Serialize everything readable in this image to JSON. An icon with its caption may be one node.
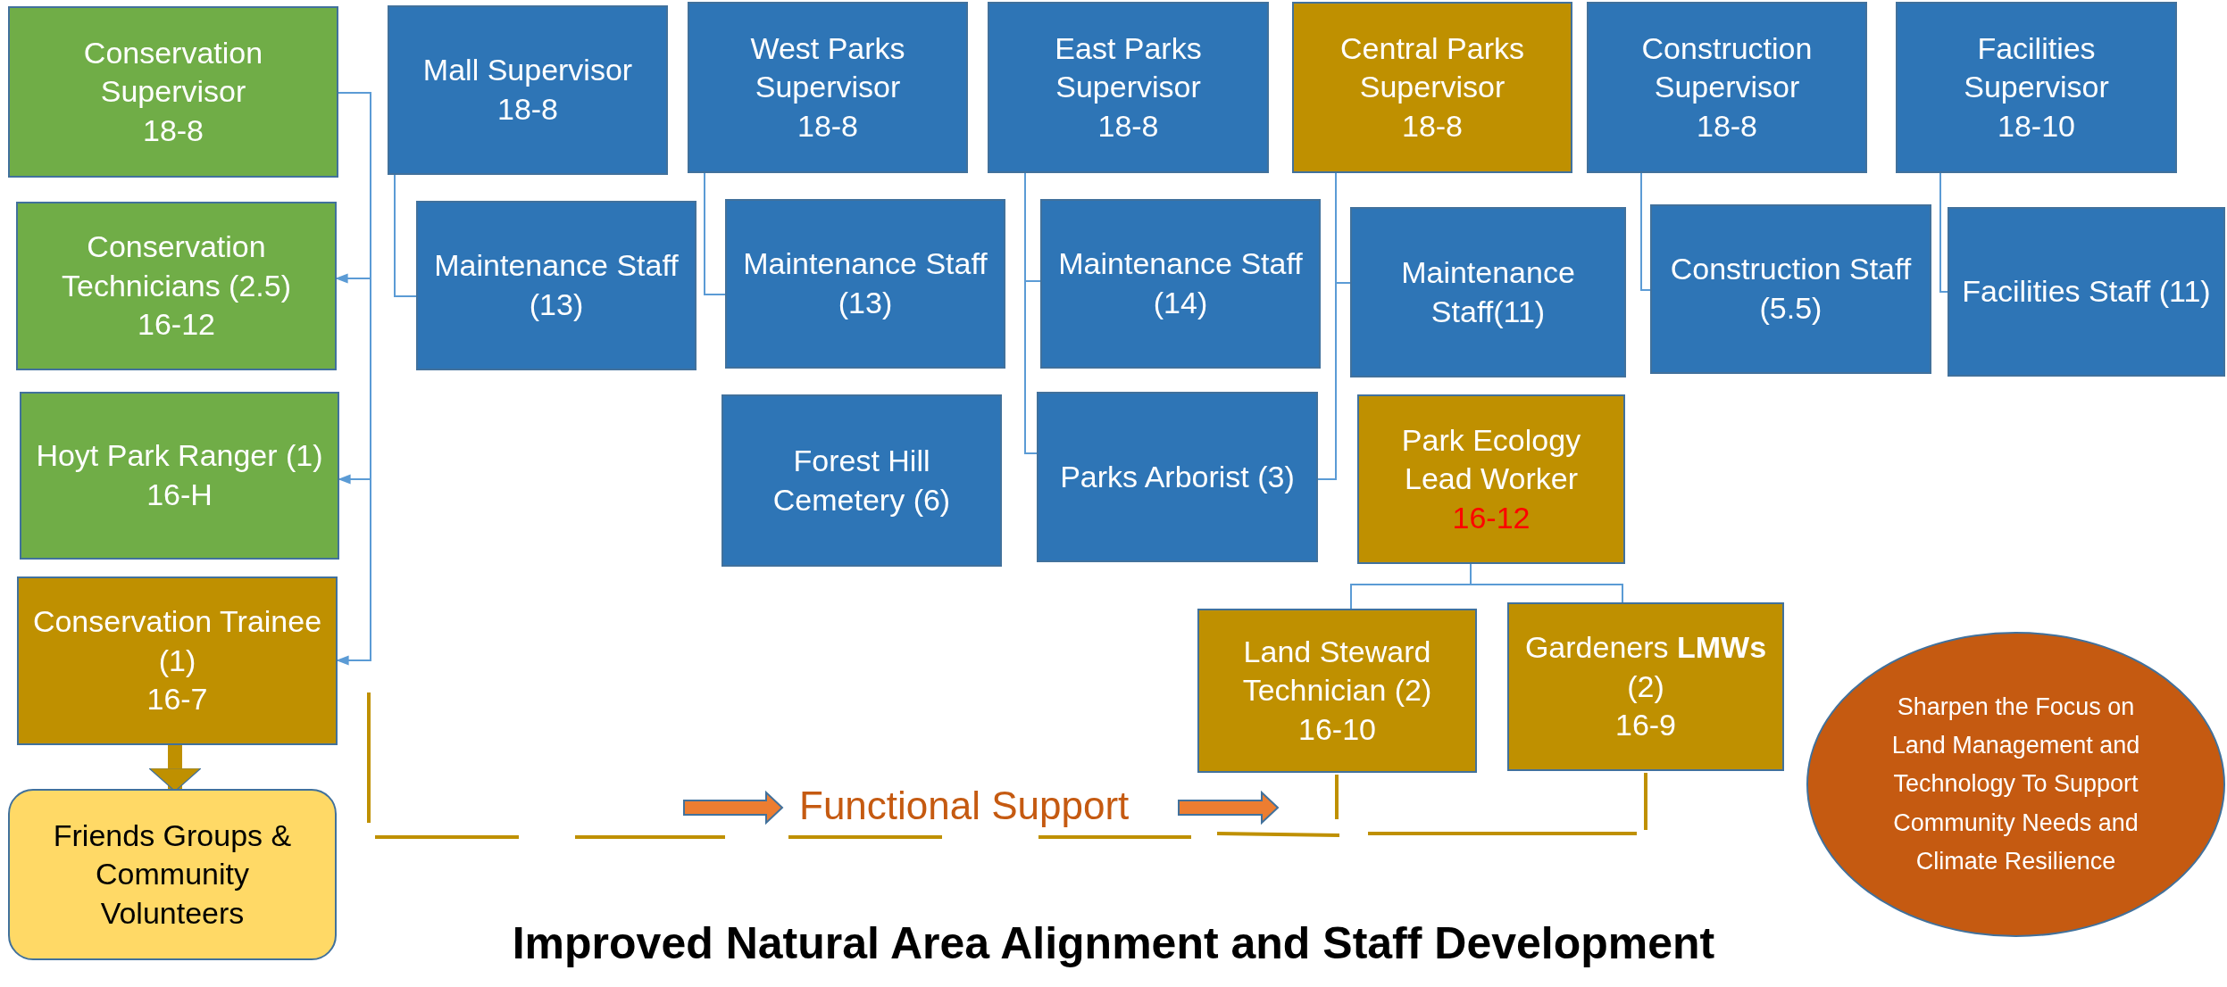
{
  "diagram": {
    "title": "Improved Natural Area Alignment and Staff Development",
    "nodes": [
      {
        "text": [
          "Conservation Supervisor",
          "18-8"
        ]
      },
      {
        "text": [
          "Conservation Technicians (2.5)",
          "16-12"
        ]
      },
      {
        "text": [
          "Hoyt Park Ranger (1)",
          "16-H"
        ]
      },
      {
        "text": [
          "Conservation Trainee (1)",
          "16-7"
        ]
      },
      {
        "text": [
          "Friends Groups & Community Volunteers"
        ]
      },
      {
        "text": [
          "Mall Supervisor",
          "18-8"
        ]
      },
      {
        "text": [
          "West Parks Supervisor",
          "18-8"
        ]
      },
      {
        "text": [
          "East Parks Supervisor",
          "18-8"
        ]
      },
      {
        "text": [
          "Central Parks Supervisor",
          "18-8"
        ]
      },
      {
        "text": [
          "Construction Supervisor",
          "18-8"
        ]
      },
      {
        "text": [
          "Facilities Supervisor",
          "18-10"
        ]
      },
      {
        "text": [
          "Maintenance Staff (13)"
        ]
      },
      {
        "text": [
          "Maintenance Staff (13)"
        ]
      },
      {
        "text": [
          "Maintenance Staff (14)"
        ]
      },
      {
        "text": [
          "Maintenance Staff(11)"
        ]
      },
      {
        "text": [
          "Construction Staff (5.5)"
        ]
      },
      {
        "text": [
          "Facilities Staff (11)"
        ]
      },
      {
        "text": [
          "Forest Hill Cemetery (6)"
        ]
      },
      {
        "text": [
          "Parks Arborist (3)"
        ]
      },
      {
        "text": [
          "Park Ecology Lead Worker",
          "16-12"
        ]
      },
      {
        "text": [
          "Land Steward Technician (2)",
          "16-10"
        ]
      },
      {
        "text": [
          "Gardeners **LMWs** (2)",
          "16-9"
        ]
      },
      {
        "text": [
          "Sharpen the Focus on Land Management and Technology To Support Community Needs and Climate Resilience"
        ]
      }
    ],
    "edges": [
      {
        "from": 0,
        "to": 1,
        "arrow": "to"
      },
      {
        "from": 0,
        "to": 2,
        "arrow": "to"
      },
      {
        "from": 0,
        "to": 3,
        "arrow": "to"
      },
      {
        "from": 3,
        "to": 4,
        "arrow": "to",
        "style": "thick",
        "color": "#bf9000"
      },
      {
        "from": 5,
        "to": 11,
        "arrow": "none"
      },
      {
        "from": 6,
        "to": 12,
        "arrow": "none"
      },
      {
        "from": 7,
        "to": 13,
        "arrow": "none"
      },
      {
        "from": 7,
        "to": 18,
        "arrow": "none"
      },
      {
        "from": 8,
        "to": 14,
        "arrow": "none"
      },
      {
        "from": 8,
        "to": 18,
        "arrow": "none"
      },
      {
        "from": 9,
        "to": 15,
        "arrow": "none"
      },
      {
        "from": 10,
        "to": 16,
        "arrow": "none"
      },
      {
        "from": 19,
        "to": 20,
        "arrow": "none"
      },
      {
        "from": 19,
        "to": 21,
        "arrow": "none"
      }
    ],
    "labels": [
      "Functional Support"
    ]
  }
}
